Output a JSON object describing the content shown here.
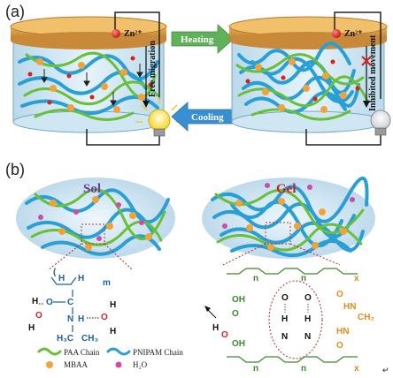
{
  "panels": {
    "a_label": "(a)",
    "b_label": "(b)"
  },
  "panel_a": {
    "ion_label": "Zn²⁺",
    "left_side_text": "Free migration",
    "right_side_text": "Inhibited movement",
    "heating_label": "Heating",
    "cooling_label": "Cooling"
  },
  "panel_b": {
    "sol_label": "Sol",
    "gel_label": "Gel",
    "legend": {
      "paa": "PAA Chain",
      "pnipam": "PNIPAM Chain",
      "mbaa": "MBAA",
      "water": "H₂O"
    },
    "corner_mark": "↵"
  },
  "colors": {
    "paa_green": "#6abf3a",
    "pnipam_blue": "#2a9fd6",
    "mbaa_orange": "#f2a23a",
    "water_pink": "#d04aa8",
    "zn_red": "#d81e1e",
    "heating_arrow": "#5fb25a",
    "cooling_arrow": "#3a8fd0",
    "gel_label": "#c0222a",
    "sol_label": "#6a3aa6"
  },
  "icons": [
    "light-bulb-on-icon",
    "light-bulb-off-icon",
    "zn-ion-icon",
    "red-x-icon"
  ]
}
